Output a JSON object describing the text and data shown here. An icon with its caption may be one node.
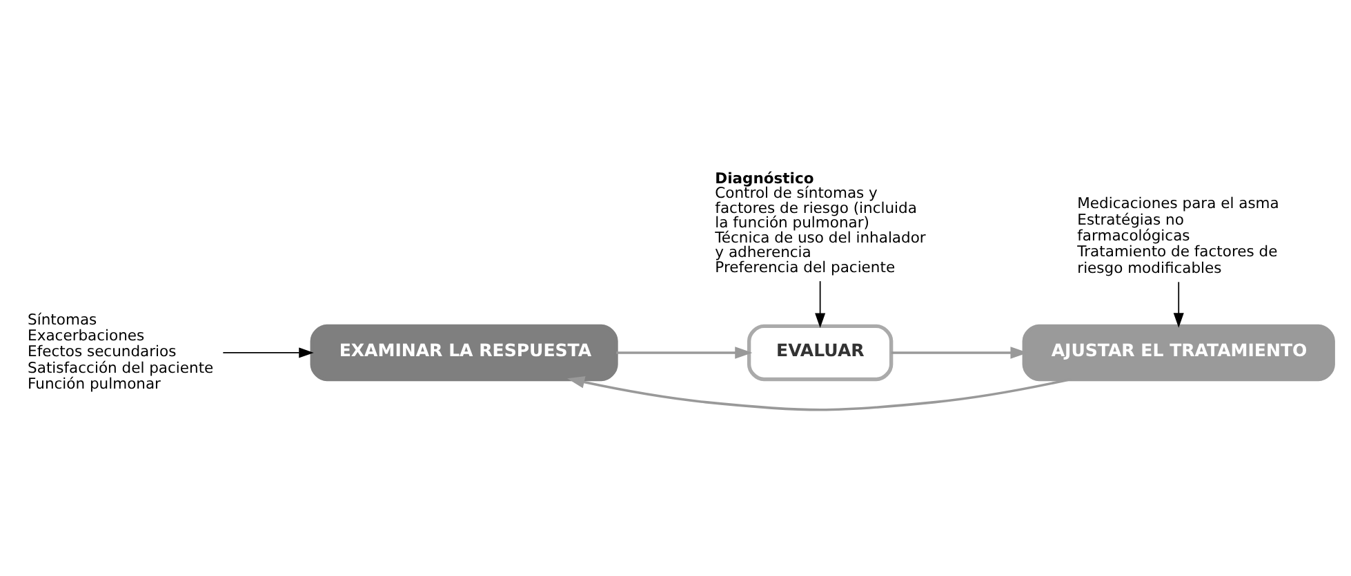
{
  "diagram": {
    "nodes": [
      {
        "text": [
          "EXAMINAR LA RESPUESTA"
        ]
      },
      {
        "text": [
          "EVALUAR"
        ]
      },
      {
        "text": [
          "AJUSTAR EL TRATAMIENTO"
        ]
      },
      {
        "text": [
          "Síntomas",
          "Exacerbaciones",
          "Efectos secundarios",
          "Satisfacción del paciente",
          "Función pulmonar"
        ]
      },
      {
        "text": [
          "Diagnóstico",
          "Control de síntomas y factores de riesgo (incluida la función pulmonar)",
          "Técnica de uso del inhalador y adherencia",
          "Preferencia del paciente"
        ]
      },
      {
        "text": [
          "Medicaciones para el asma",
          "Estratégias no farmacológicas",
          "Tratamiento de factores de riesgo modificables"
        ]
      }
    ],
    "edges": [
      {
        "from": 0,
        "to": 1,
        "arrow": "to"
      },
      {
        "from": 1,
        "to": 2,
        "arrow": "to"
      },
      {
        "from": 2,
        "to": 0,
        "arrow": "to"
      },
      {
        "from": 3,
        "to": 0,
        "arrow": "to",
        "color": "#000000"
      },
      {
        "from": 4,
        "to": 1,
        "arrow": "to",
        "color": "#000000"
      },
      {
        "from": 5,
        "to": 2,
        "arrow": "to",
        "color": "#000000"
      }
    ]
  }
}
